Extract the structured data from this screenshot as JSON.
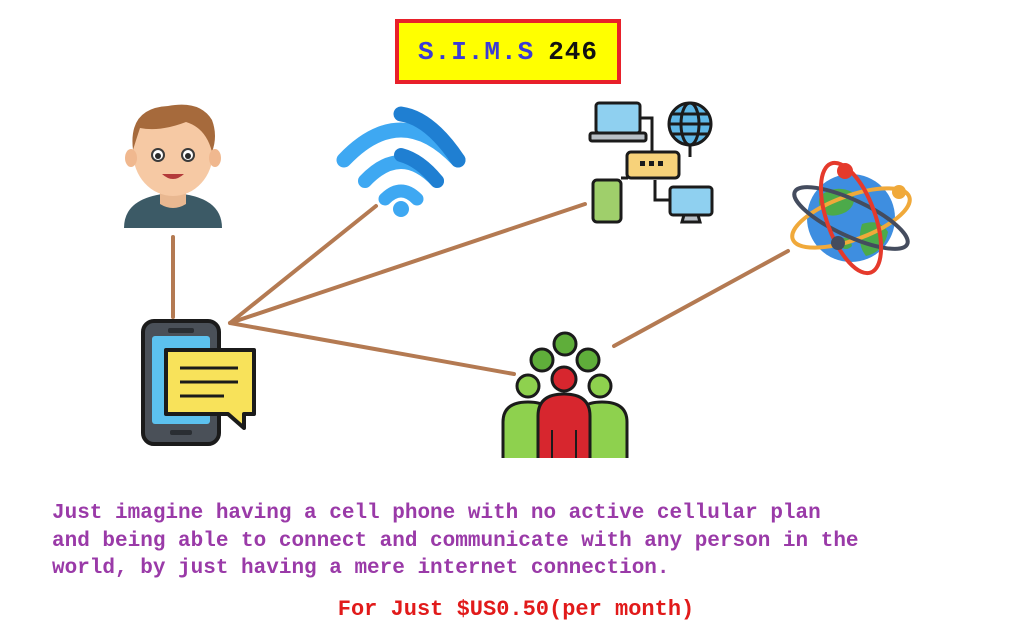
{
  "title": {
    "part1": "S.I.M.S",
    "part2": "246"
  },
  "caption": "Just imagine having a cell phone with no active cellular plan\nand being able to connect and communicate with any person in the\nworld, by just having a mere internet connection.",
  "price": "For Just $US0.50(per month)",
  "colors": {
    "connector": "#b47a52",
    "title_bg": "#ffff00",
    "title_border": "#e8202a",
    "caption": "#9a3aa8",
    "price": "#e11a1a"
  },
  "icons": [
    "person-icon",
    "wifi-icon",
    "network-devices-icon",
    "globe-icon",
    "phone-chat-icon",
    "people-group-icon"
  ]
}
